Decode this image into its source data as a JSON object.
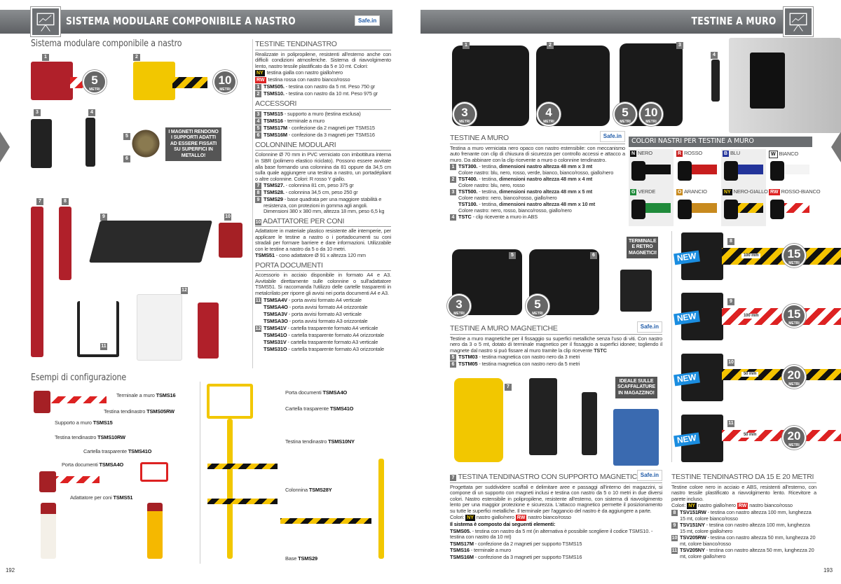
{
  "left_header": {
    "title": "SISTEMA MODULARE COMPONIBILE A NASTRO",
    "logo": "Safe.in"
  },
  "right_header": {
    "title": "TESTINE A MURO"
  },
  "page_numbers": {
    "left": "192",
    "right": "193"
  },
  "left_page": {
    "heading": "Sistema modulare componibile a nastro",
    "circles": [
      {
        "n": "5",
        "m": "METRI"
      },
      {
        "n": "10",
        "m": "METRI"
      }
    ],
    "magnet_note": "I MAGNETI RENDONO I SUPPORTI ADATTI AD ESSERE FISSATI SU SUPERFICI IN METALLO!",
    "badges": [
      "1",
      "2",
      "3",
      "4",
      "5",
      "6",
      "7",
      "8",
      "9",
      "10",
      "11",
      "12"
    ],
    "examples_heading": "Esempi di configurazione",
    "callouts": [
      {
        "t": "Terminale a muro ",
        "c": "TSMS16"
      },
      {
        "t": "Testina tendinastro ",
        "c": "TSMS05RW"
      },
      {
        "t": "Supporto a muro ",
        "c": "TSMS15"
      },
      {
        "t": "Testina tendinastro ",
        "c": "TSMS10RW"
      },
      {
        "t": "Cartella trasparente ",
        "c": "TSMS41O"
      },
      {
        "t": "Porta documenti ",
        "c": "TSMSA4O"
      },
      {
        "t": "Adattatore per coni ",
        "c": "TSMS51"
      },
      {
        "t": "Porta documenti ",
        "c": "TSMSA4O"
      },
      {
        "t": "Cartella trasparente ",
        "c": "TSMS41O"
      },
      {
        "t": "Testina tendinastro ",
        "c": "TSMS10NY"
      },
      {
        "t": "Colonnina ",
        "c": "TSMS28Y"
      },
      {
        "t": "Base ",
        "c": "TSMS29"
      }
    ],
    "sections": [
      {
        "title": "TESTINE TENDINASTRO",
        "text": "Realizzate in polipropilene, resistenti all'esterno anche con difficili condizioni atmosferiche. Sistema di riavvolgimento lento, nastro tessile plastificato da 5 e 10 mt. Colori:",
        "items": [
          {
            "tag": "NY",
            "tagc": "ny",
            "desc": "testina gialla con nastro giallo/nero"
          },
          {
            "tag": "RW",
            "tagc": "rw",
            "desc": "testina rossa con nastro bianco/rosso"
          },
          {
            "num": "1",
            "code": "TSMS05.",
            "desc": " - testina con nastro da 5 mt. Peso 750 gr"
          },
          {
            "num": "2",
            "code": "TSMS10.",
            "desc": " - testina con nastro da 10 mt. Peso 975 gr"
          }
        ]
      },
      {
        "title": "ACCESSORI",
        "items": [
          {
            "num": "3",
            "code": "TSMS15",
            "desc": " - supporto a muro (testina esclusa)"
          },
          {
            "num": "4",
            "code": "TSMS16",
            "desc": " - terminale a muro"
          },
          {
            "num": "5",
            "code": "TSMS17M",
            "desc": " - confezione da 2 magneti per TSMS15"
          },
          {
            "num": "6",
            "code": "TSMS16M",
            "desc": " - confezione da 3 magneti per TSMS16"
          }
        ]
      },
      {
        "title": "COLONNINE MODULARI",
        "text": "Colonnine Ø 70 mm in PVC verniciato con imbottitura interna in SBR (polimero elastico riciclato). Possono essere avvitate alla base formando una colonnina da 81 oppure da 34,5 cm sulla quale aggiungere una testina a nastro, un portadépliant o altre colonnine. Colori: R rosso Y giallo.",
        "items": [
          {
            "num": "7",
            "code": "TSMS27.",
            "desc": " - colonnina 81 cm, peso 375 gr"
          },
          {
            "num": "8",
            "code": "TSMS28.",
            "desc": " - colonnina 34,5 cm, peso 250 gr"
          },
          {
            "num": "9",
            "code": "TSMS29",
            "desc": " - base quadrata per una maggiore stabilità e resistenza, con protezioni in gomma agli angoli. Dimensioni 380 x 380 mm, altezza 18 mm, peso 6,5 kg"
          }
        ]
      },
      {
        "title": "ADATTATORE PER CONI",
        "num": "10",
        "text": "Adattatore in materiale plastico resistente alle intemperie, per applicare le testine a nastro o i portadocumenti su coni stradali per formare barriere e dare informazioni. Utilizzabile con le testine a nastro da 5 o da 10 metri.",
        "items": [
          {
            "code": "TSMS51",
            "desc": " - cono adattatore Ø 91 x altezza 120 mm"
          }
        ]
      },
      {
        "title": "PORTA DOCUMENTI",
        "text": "Accessorio in acciaio disponibile in formato A4 e A3. Avvitabile direttamente sulle colonnine o sull'adattatore TSMS51. Si raccomanda l'utilizzo delle cartelle trasparenti in metalcrilato per riporre gli avvisi nei porta documenti A4 e A3.",
        "items": [
          {
            "num": "11",
            "code": "TSMSA4V",
            "desc": " - porta avvisi formato A4 verticale"
          },
          {
            "num": "",
            "code": "TSMSA4O",
            "desc": " - porta avvisi formato A4 orizzontale"
          },
          {
            "num": "",
            "code": "TSMSA3V",
            "desc": " - porta avvisi formato A3 verticale"
          },
          {
            "num": "",
            "code": "TSMSA3O",
            "desc": " - porta avvisi formato A3 orizzontale"
          },
          {
            "num": "12",
            "code": "TSMS41V",
            "desc": " - cartella trasparente formato A4 verticale"
          },
          {
            "num": "",
            "code": "TSMS41O",
            "desc": " - cartella trasparente formato A4 orizzontale"
          },
          {
            "num": "",
            "code": "TSMS31V",
            "desc": " - cartella trasparente formato A3 verticale"
          },
          {
            "num": "",
            "code": "TSMS31O",
            "desc": " - cartella trasparente formato A3 orizzontale"
          }
        ]
      }
    ]
  },
  "right_page": {
    "circles": [
      {
        "n": "3",
        "m": "METRI"
      },
      {
        "n": "4",
        "m": "METRI"
      },
      {
        "n": "5",
        "m": "METRI"
      },
      {
        "n": "10",
        "m": "METRI"
      },
      {
        "n": "3",
        "m": "METRI"
      },
      {
        "n": "5",
        "m": "METRI"
      },
      {
        "n": "15",
        "m": "METRI"
      },
      {
        "n": "15",
        "m": "METRI"
      },
      {
        "n": "20",
        "m": "METRI"
      },
      {
        "n": "20",
        "m": "METRI"
      }
    ],
    "notes": {
      "terminale": "TERMINALE E RETRO MAGNETICI!",
      "scaffalature": "IDEALE SULLE SCAFFALATURE IN MAGAZZINO!"
    },
    "new_label": "NEW",
    "tape_labels": [
      "100 mm",
      "100 mm",
      "50 mm",
      "50 mm"
    ],
    "badges": [
      "1",
      "2",
      "3",
      "4",
      "5",
      "6",
      "7",
      "8",
      "9",
      "10",
      "11"
    ],
    "testine_muro": {
      "title": "TESTINE A MURO",
      "logo": "Safe.in",
      "text": "Testina a muro verniciata nero opaco con nastro estensibile: con meccanismo auto frenante con clip di chiusura di sicurezza per controllo accessi e attacco a muro. Da abbinare con la clip ricevente a muro o colonnine tendinastro.",
      "items": [
        {
          "num": "1",
          "code": "TST300.",
          "desc": " - testina, ",
          "bold": "dimensioni nastro altezza 48 mm x 3 mt",
          "note": "Colore nastro: blu, nero, rosso, verde, bianco, bianco/rosso, giallo/nero"
        },
        {
          "num": "2",
          "code": "TST400.",
          "desc": " - testina, ",
          "bold": "dimensioni nastro altezza 48 mm x 4 mt",
          "note": "Colore nastro: blu, nero, rosso"
        },
        {
          "num": "3",
          "code": "TST500.",
          "desc": " - testina, ",
          "bold": "dimensioni nastro altezza 48 mm x 5 mt",
          "note": "Colore nastro: nero, bianco/rosso, giallo/nero"
        },
        {
          "num": "",
          "code": "TST100.",
          "desc": " - testina, ",
          "bold": "dimensioni nastro altezza 48 mm x 10 mt",
          "note": "Colore nastro: nero, rosso, bianco/rosso, giallo/nero"
        },
        {
          "num": "4",
          "code": "TSTC",
          "desc": " - clip ricevente a muro in ABS",
          "bold": "",
          "note": ""
        }
      ]
    },
    "colori": {
      "title": "COLORI NASTRI PER TESTINE A MURO",
      "items": [
        {
          "tag": "N",
          "name": "NERO",
          "color": "#111111"
        },
        {
          "tag": "R",
          "name": "ROSSO",
          "color": "#c81e1e"
        },
        {
          "tag": "B",
          "name": "BLU",
          "color": "#23349a"
        },
        {
          "tag": "W",
          "name": "BIANCO",
          "color": "#f4f4f4"
        },
        {
          "tag": "G",
          "name": "VERDE",
          "color": "#1f8a3a"
        },
        {
          "tag": "O",
          "name": "ARANCIO",
          "color": "#c88a1e"
        },
        {
          "tag": "NY",
          "name": "NERO-GIALLO",
          "color": "stripe-ny"
        },
        {
          "tag": "RW",
          "name": "ROSSO-BIANCO",
          "color": "stripe-rw"
        }
      ]
    },
    "magnetiche": {
      "title": "TESTINE A MURO MAGNETICHE",
      "logo": "Safe.in",
      "text_pre": "Testine a muro magnetiche per il fissaggio su superfici metalliche senza l'uso di viti. Con nastro nero da 3 o 5 mt, dotato di terminale magnetico per il fissaggio a superfici idonee; togliendo il magnete dal nastro si può fissare al muro tramite la clip ricevente ",
      "text_code": "TSTC",
      "items": [
        {
          "num": "5",
          "code": "TSTM03",
          "desc": " - testina magnetica con nastro nero da 3 metri"
        },
        {
          "num": "6",
          "code": "TSTM05",
          "desc": " - testina magnetica con nastro nero da 5 metri"
        }
      ]
    },
    "supporto": {
      "num": "7",
      "title": "TESTINA TENDINASTRO CON SUPPORTO MAGNETICO",
      "logo": "Safe.in",
      "text": "Progettata per suddividere scaffali e delimitare aree e passaggi all'interno dei magazzini, si compone di un supporto con magneti inclusi e testina con nastro da 5 o 10 metri in due diversi colori. Nastro estensibile in polipropilene, resistente all'esterno, con sistema di riavvolgimento lento per una maggior protezione e sicurezza. L'attacco magnetico permette il posizionamento su tutte le superfici metalliche. Il terminale per l'aggancio del nastro è da aggiungere a parte.",
      "colori_label": "Colori:",
      "ny": "nastro giallo/nero",
      "rw": "nastro bianco/rosso",
      "composto": "Il sistema è composto dai seguenti elementi:",
      "items": [
        {
          "code": "TSMS05.",
          "desc": " - testina con nastro da 5 mt (in alternativa è possibile scegliere il codice TSMS10. - testina con nastro da 10 mt)"
        },
        {
          "code": "TSMS17M",
          "desc": " - confezione da 2 magneti per supporto TSMS15"
        },
        {
          "code": "TSMS16",
          "desc": " - terminale a muro"
        },
        {
          "code": "TSMS16M",
          "desc": " - confezione da 3 magneti per supporto TSMS16"
        }
      ]
    },
    "metri1520": {
      "title": "TESTINE TENDINASTRO DA 15 E 20 METRI",
      "text": "Testine colore nero in acciaio e ABS, resistenti all'esterno, con nastro tessile plastificato a riavvolgimento lento. Ricevitore a parete incluso.",
      "colori_label": "Colori:",
      "ny": "nastro giallo/nero",
      "rw": "nastro bianco/rosso",
      "items": [
        {
          "num": "8",
          "code": "TSV151RW",
          "desc": " - testina con nastro altezza 100 mm, lunghezza 15 mt, colore bianco/rosso"
        },
        {
          "num": "9",
          "code": "TSV151NY",
          "desc": " - testina con nastro altezza 100 mm, lunghezza 15 mt, colore giallo/nero"
        },
        {
          "num": "10",
          "code": "TSV205RW",
          "desc": " - testina con nastro altezza 50 mm, lunghezza 20 mt, colore bianco/rosso"
        },
        {
          "num": "11",
          "code": "TSV205NY",
          "desc": " - testina con nastro altezza 50 mm, lunghezza 20 mt, colore giallo/nero"
        }
      ]
    }
  }
}
